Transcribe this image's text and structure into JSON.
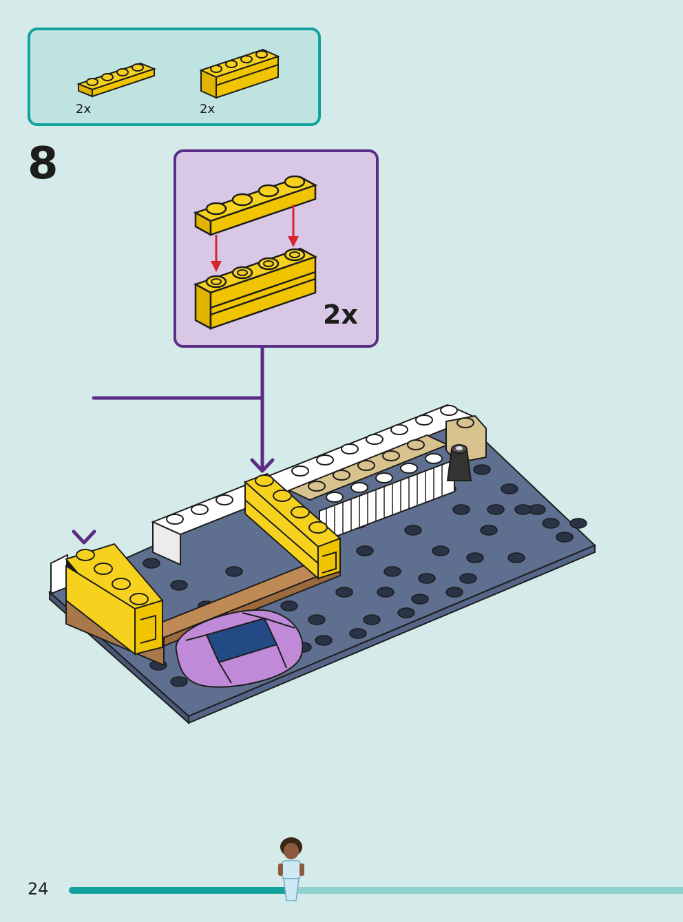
{
  "parts_list": {
    "items": [
      {
        "part": "yellow-plate-1x4-icon",
        "qty": "2x"
      },
      {
        "part": "yellow-brick-1x4-with-groove-icon",
        "qty": "2x"
      }
    ]
  },
  "step": {
    "number": "8",
    "subassembly_qty": "2x"
  },
  "footer": {
    "page_number": "24",
    "progress": 0.36
  },
  "colors": {
    "background": "#d4ebe9",
    "parts_border": "#11a39b",
    "callout_border": "#5b2d86",
    "callout_fill": "#d9c8e5",
    "brick_yellow": "#f6d21e",
    "baseplate": "#5f6f8f",
    "arrow_red": "#d7242d",
    "arrow_purple": "#5b2d86"
  }
}
